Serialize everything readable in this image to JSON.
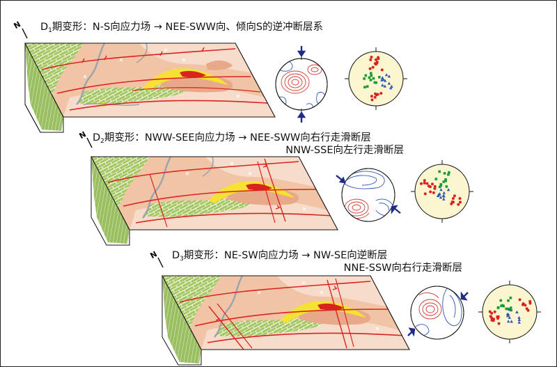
{
  "panels": [
    {
      "id": "d1",
      "stage": "D",
      "stage_sub": "1",
      "line1": "期变形：N-S向应力场 → NEE-SWW向、倾向S的逆冲断层系",
      "line2": ""
    },
    {
      "id": "d2",
      "stage": "D",
      "stage_sub": "2",
      "line1": "期变形：NWW-SEE向应力场 → NEE-SWW向右行走滑断层",
      "line2": "NNW-SSE向左行走滑断层"
    },
    {
      "id": "d3",
      "stage": "D",
      "stage_sub": "3",
      "line1": "期变形：NE-SW向应力场 → NW-SE向逆断层",
      "line2": "NNE-SSW向右行走滑断层"
    }
  ],
  "north_label": "N",
  "colors": {
    "limestone_green": "#9fc25a",
    "salmon": "#f2c4a6",
    "pale_pink": "#f7dccb",
    "fault_red": "#d9231f",
    "river_gray": "#9aa3ad",
    "yellow": "#f6e233",
    "stereonet_bg": "#fbf6d0",
    "contour_red": "#d43a34",
    "contour_blue": "#2f55b5",
    "arrow_navy": "#1f2a8a",
    "point_green": "#1b9a3a"
  }
}
